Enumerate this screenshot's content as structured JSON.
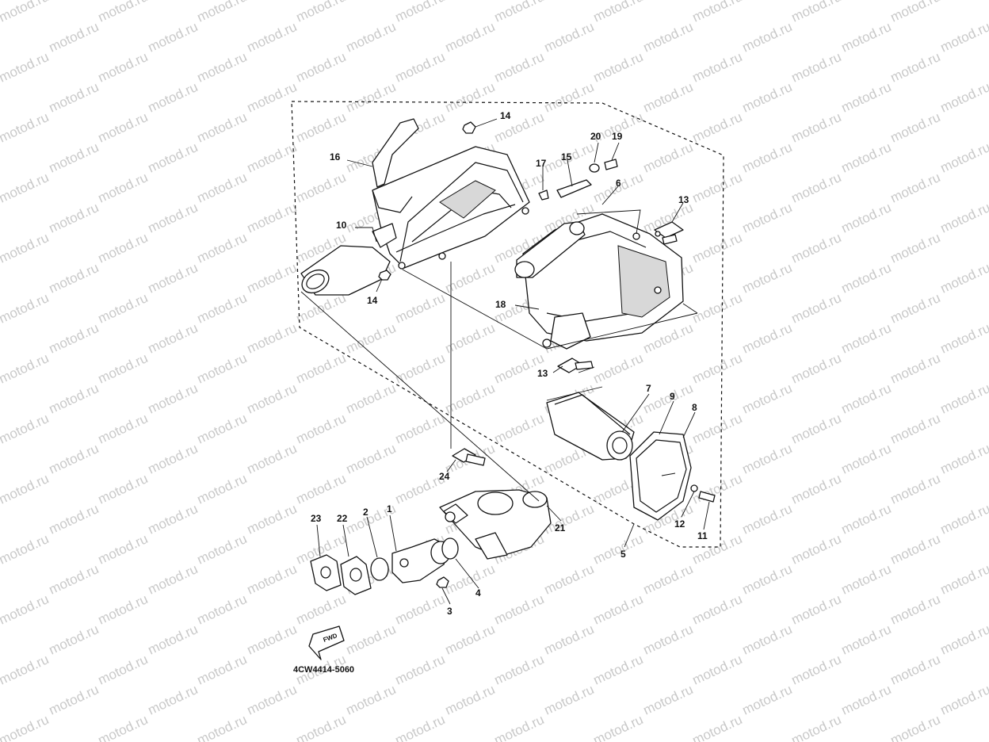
{
  "watermark": "motod.ru",
  "drawing_code": "4CW4414-5060",
  "fwd_label": "FWD",
  "callouts": {
    "c1": "1",
    "c2": "2",
    "c3": "3",
    "c4": "4",
    "c5": "5",
    "c6": "6",
    "c7": "7",
    "c8": "8",
    "c9": "9",
    "c10": "10",
    "c11": "11",
    "c12": "12",
    "c13a": "13",
    "c13b": "13",
    "c14a": "14",
    "c14b": "14",
    "c15": "15",
    "c16": "16",
    "c17": "17",
    "c18": "18",
    "c19": "19",
    "c20": "20",
    "c21": "21",
    "c22": "22",
    "c23": "23",
    "c24": "24"
  },
  "colors": {
    "line": "#111111",
    "watermark": "#c9c9c9",
    "background": "#ffffff"
  }
}
